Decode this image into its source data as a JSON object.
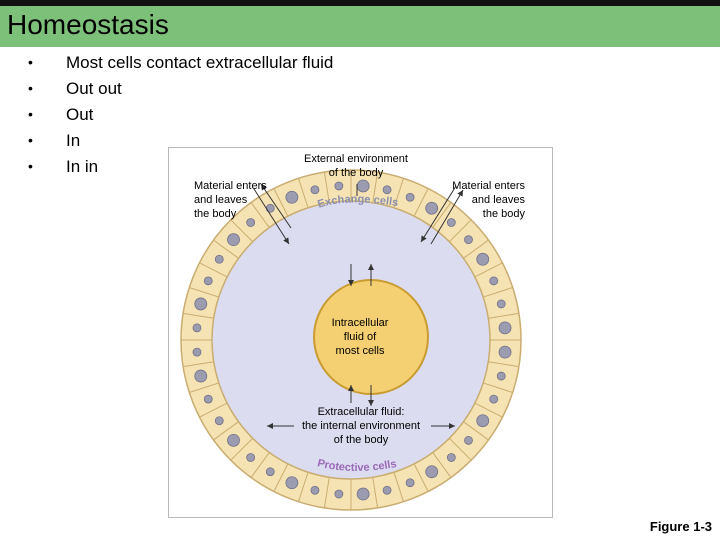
{
  "slide": {
    "title": "Homeostasis",
    "bullets": [
      "Most cells contact extracellular fluid",
      "Out out",
      "Out",
      "In",
      "In in"
    ],
    "figure_caption": "Figure 1-3"
  },
  "diagram": {
    "external_environment": "External environment\nof the body",
    "material_left": "Material enters\nand leaves\nthe body",
    "material_right": "Material enters\nand leaves\nthe body",
    "exchange_cells": "Exchange cells",
    "intracellular": "Intracellular\nfluid of\nmost cells",
    "extracellular": "Extracellular fluid:\nthe internal environment\nof the body",
    "protective_cells": "Protective cells"
  },
  "colors": {
    "title_bar": "#7dc07a",
    "cell_layer": "#f6e3b4",
    "extracellular_fluid": "#dcdcf1",
    "intracellular_fluid": "#f5d073",
    "nucleus": "#9c9cb0",
    "exchange_text": "#8a8fb0",
    "protective_text": "#9a6ab6"
  }
}
